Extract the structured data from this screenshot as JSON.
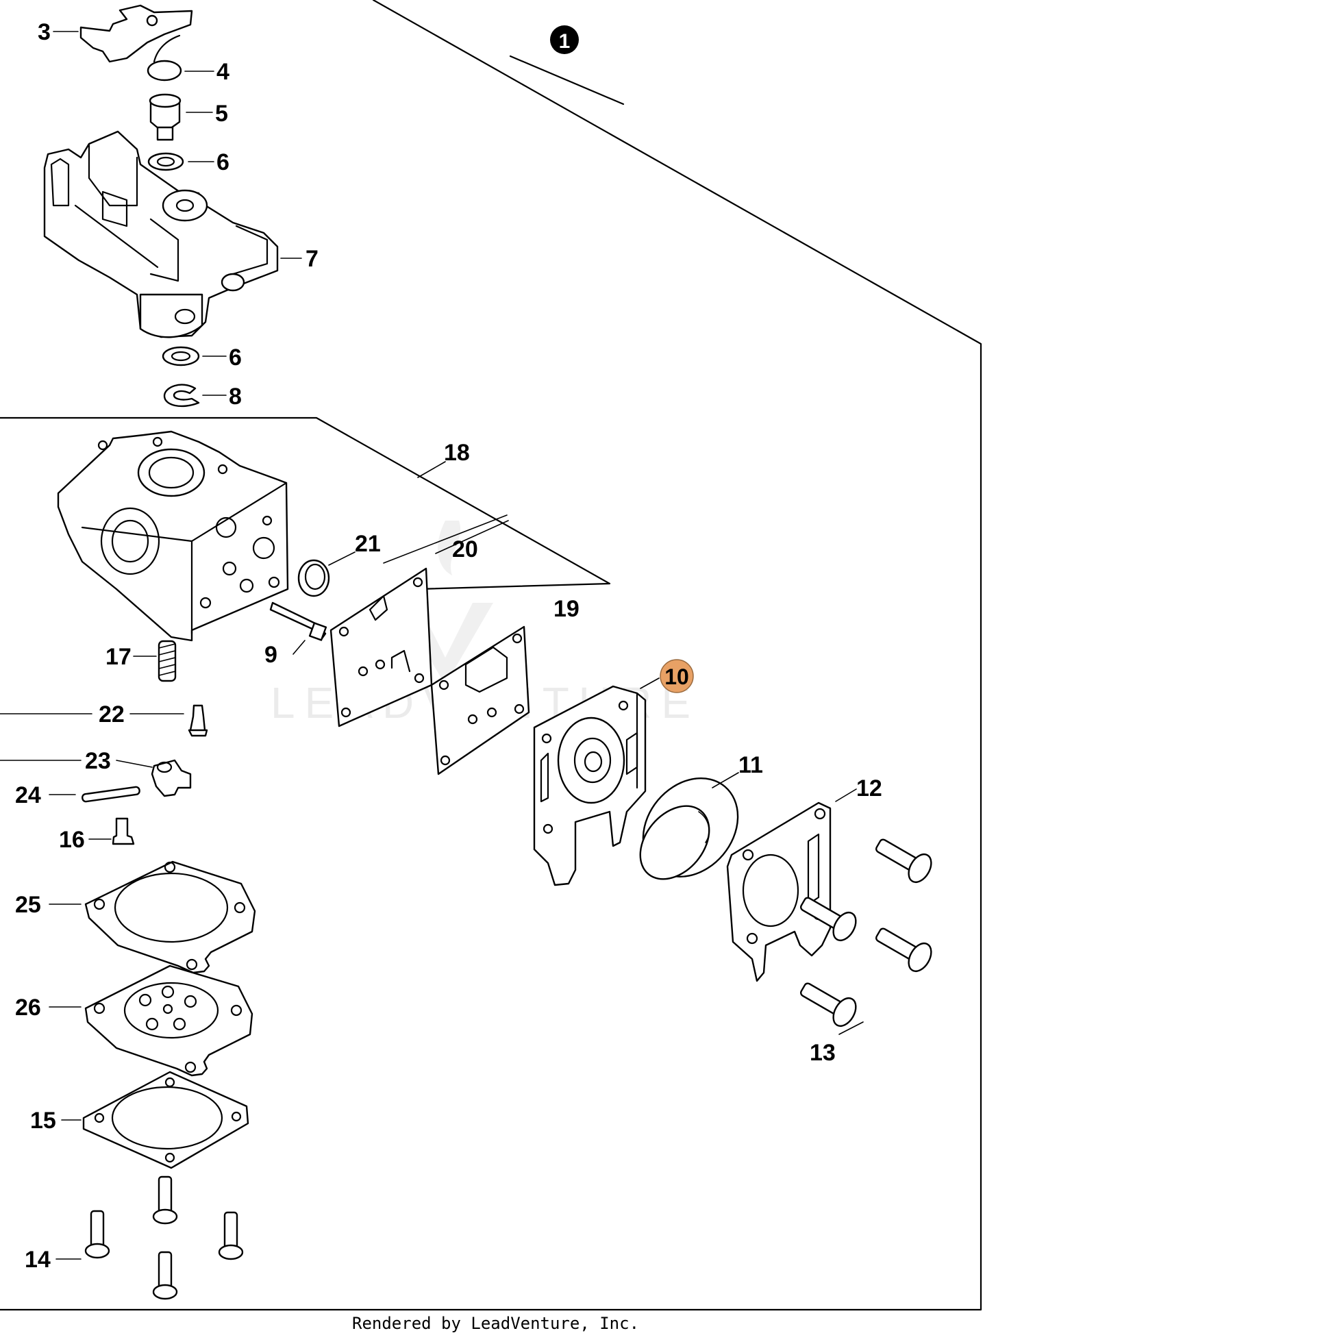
{
  "diagram": {
    "assembly_marker": "1",
    "highlight_color": "#e8a165",
    "callouts": {
      "c3": "3",
      "c4": "4",
      "c5": "5",
      "c6a": "6",
      "c7": "7",
      "c6b": "6",
      "c8": "8",
      "c18": "18",
      "c21": "21",
      "c20": "20",
      "c19": "19",
      "c9": "9",
      "c17": "17",
      "c22": "22",
      "c23": "23",
      "c24": "24",
      "c16": "16",
      "c25": "25",
      "c26": "26",
      "c15": "15",
      "c14": "14",
      "c10": "10",
      "c11": "11",
      "c12": "12",
      "c13": "13"
    },
    "watermark": "LEADVENTURE",
    "credit": "Rendered by LeadVenture, Inc."
  }
}
